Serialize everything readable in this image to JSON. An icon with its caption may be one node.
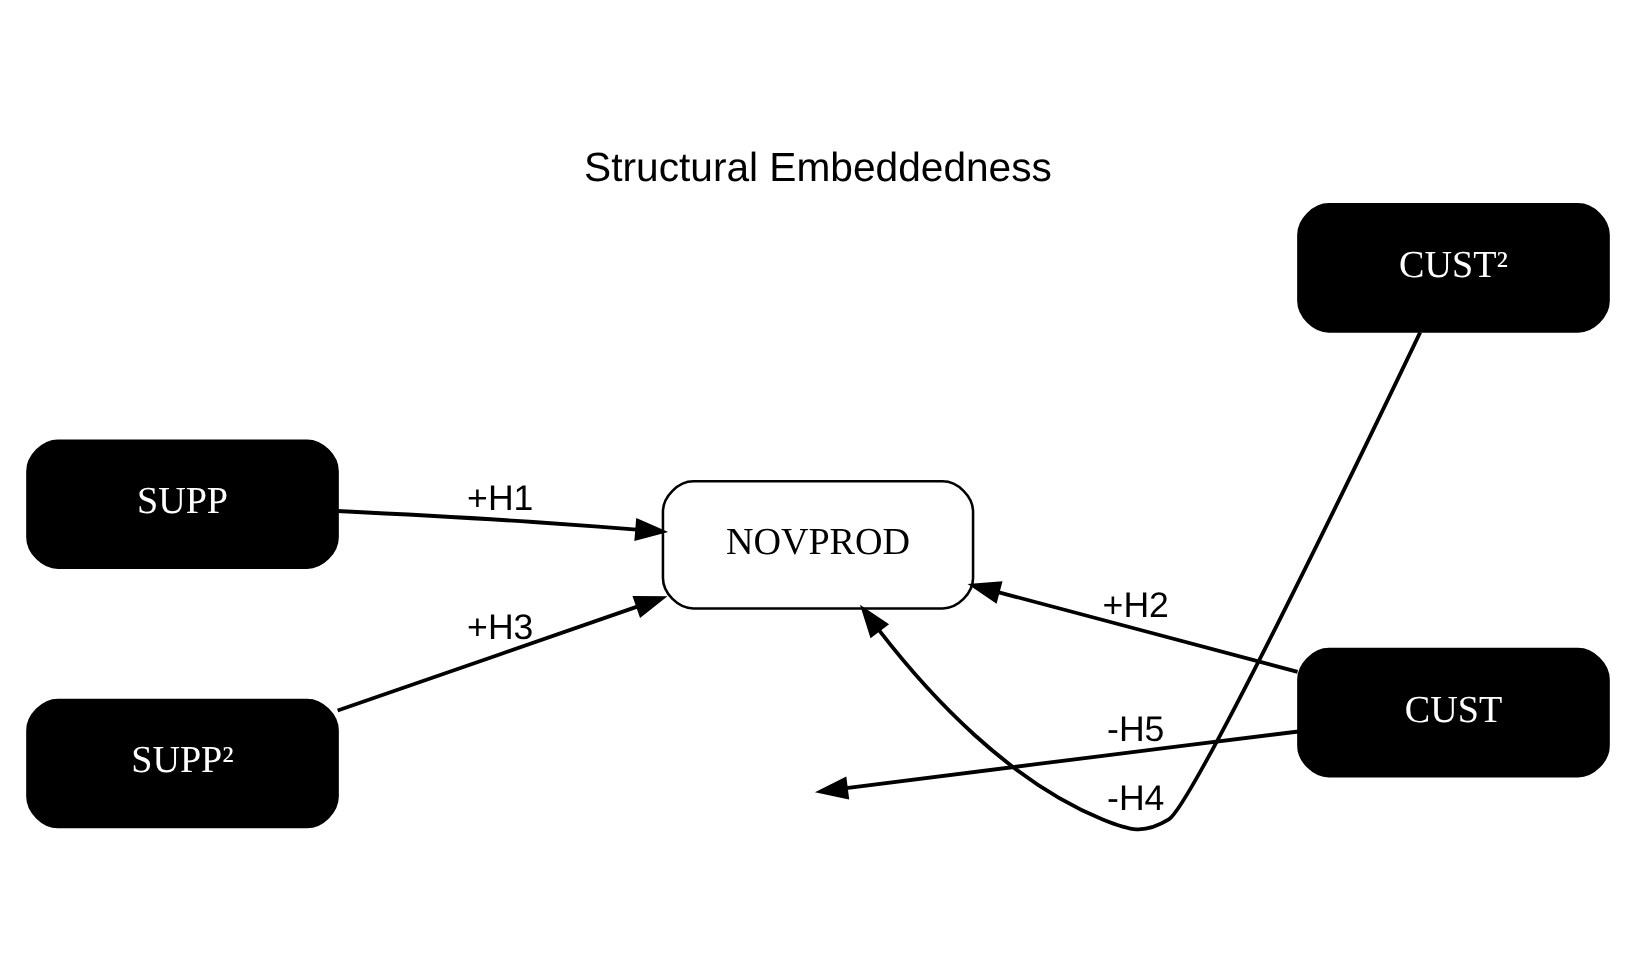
{
  "diagram": {
    "title": "Structural Embeddedness",
    "nodes": [
      {
        "text": [
          "SUPP"
        ]
      },
      {
        "text": [
          "CUST"
        ]
      },
      {
        "text": [
          "NOVPROD"
        ]
      },
      {
        "text": [
          "SUPP²"
        ]
      },
      {
        "text": [
          "CUST²"
        ]
      }
    ],
    "edges": [
      {
        "from": 0,
        "to": 2,
        "arrow": "to",
        "label": "+H1"
      },
      {
        "from": 1,
        "to": 2,
        "arrow": "to",
        "label": "+H2"
      },
      {
        "from": 3,
        "to": 2,
        "arrow": "to",
        "label": "+H3"
      },
      {
        "from": 4,
        "to": 2,
        "arrow": "to",
        "label": "-H4"
      },
      {
        "from": 1,
        "to": null,
        "arrow": "to",
        "label": "-H5"
      }
    ]
  }
}
